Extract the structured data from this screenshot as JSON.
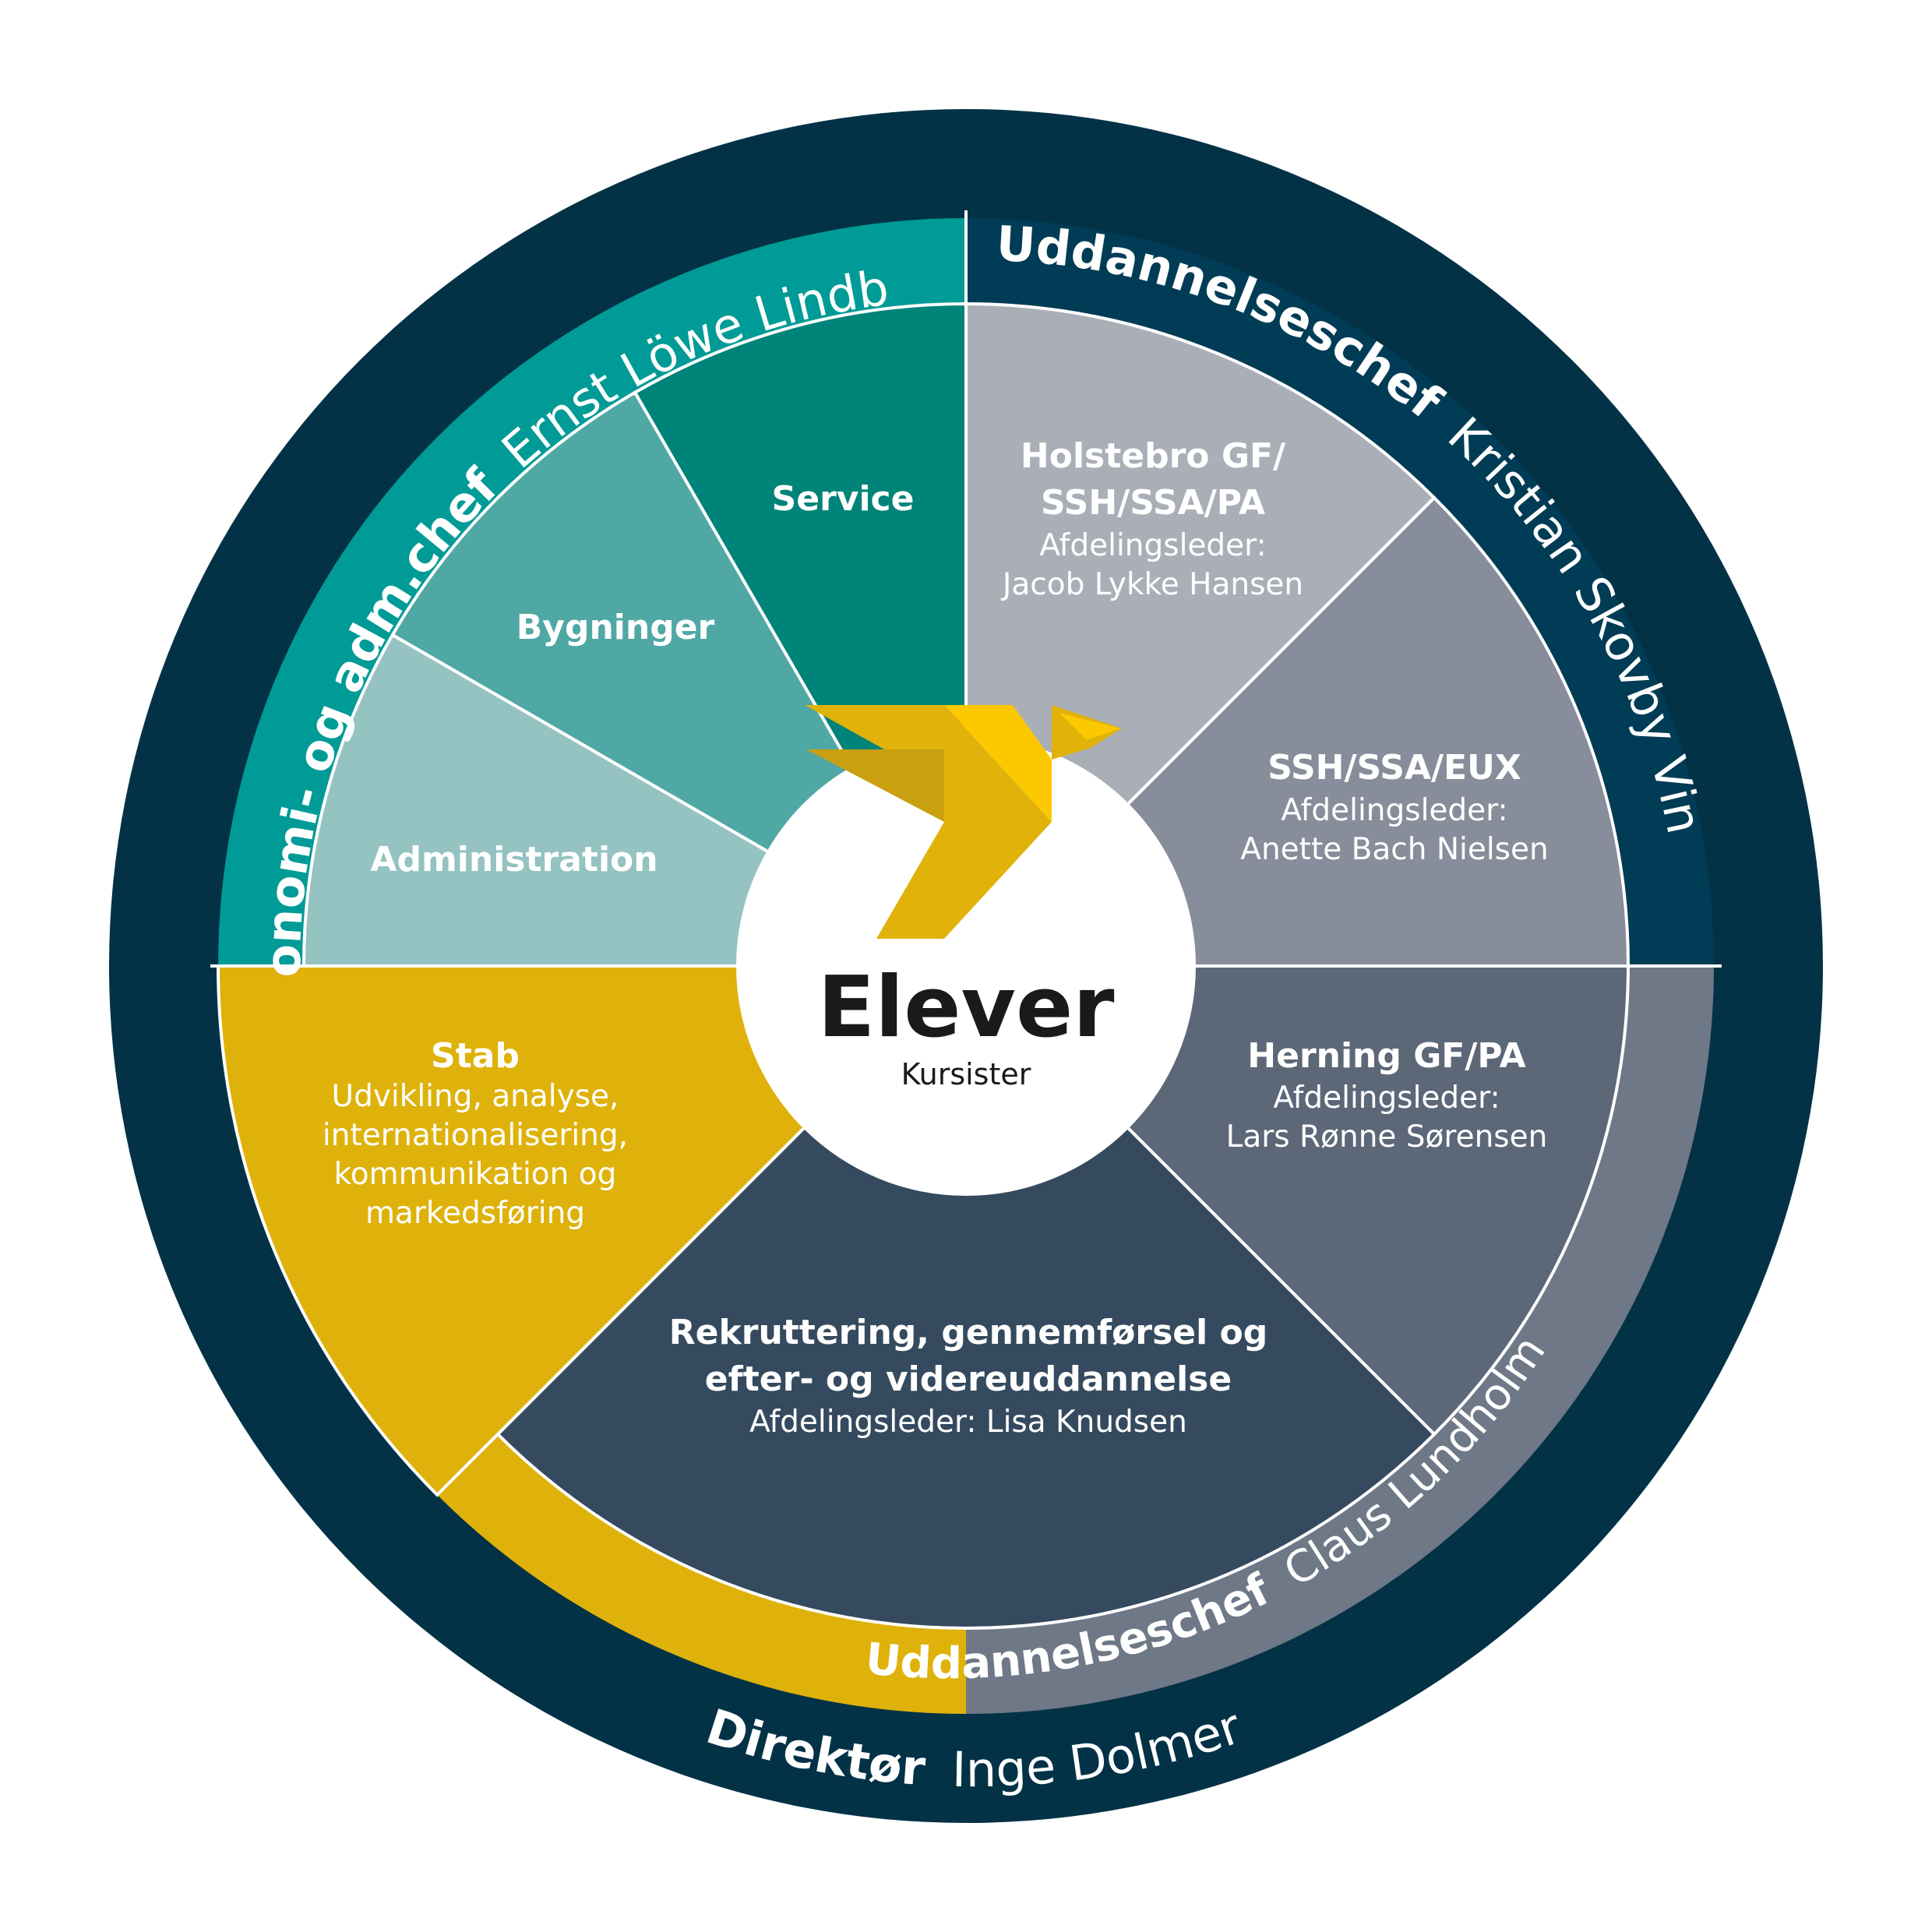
{
  "colors": {
    "outer": "#033246",
    "ring_teal": "#009b96",
    "ring_dark": "#003c55",
    "ring_gray": "#6f7887",
    "service": "#008378",
    "bygninger": "#50a8a5",
    "administration": "#94c3c1",
    "stab": "#deb20a",
    "holstebro": "#aaafb7",
    "ssh": "#878d9a",
    "herning": "#5c6778",
    "rekruttering": "#354a5e",
    "bird_light": "#fcc800",
    "bird_mid": "#e0b20a",
    "bird_dark": "#c8a010",
    "center_text": "#1a1a1a"
  },
  "center": {
    "title": "Elever",
    "subtitle": "Kursister"
  },
  "rings": {
    "director": {
      "role": "Direktør",
      "name": "Inge Dolmer"
    },
    "economy": {
      "role": "Økonomi- og adm.chef",
      "name": "Ernst Löwe Lindberg"
    },
    "education_north": {
      "role": "Uddannelseschef",
      "name": "Kristian Skovby Vind"
    },
    "education_south": {
      "role": "Uddannelseschef",
      "name": "Claus Lundholm"
    }
  },
  "segments": {
    "service": {
      "title": "Service"
    },
    "bygninger": {
      "title": "Bygninger"
    },
    "administration": {
      "title": "Administration"
    },
    "stab": {
      "title": "Stab",
      "line1": "Udvikling, analyse,",
      "line2": "internationalisering,",
      "line3": "kommunikation og",
      "line4": "markedsføring"
    },
    "holstebro": {
      "title1": "Holstebro GF/",
      "title2": "SSH/SSA/PA",
      "line1": "Afdelingsleder:",
      "line2": "Jacob Lykke Hansen"
    },
    "ssh": {
      "title": "SSH/SSA/EUX",
      "line1": "Afdelingsleder:",
      "line2": "Anette Bach Nielsen"
    },
    "herning": {
      "title": "Herning GF/PA",
      "line1": "Afdelingsleder:",
      "line2": "Lars Rønne Sørensen"
    },
    "rekruttering": {
      "title1": "Rekruttering, gennemførsel og",
      "title2": "efter- og videreuddannelse",
      "line1": "Afdelingsleder: Lisa Knudsen"
    }
  }
}
